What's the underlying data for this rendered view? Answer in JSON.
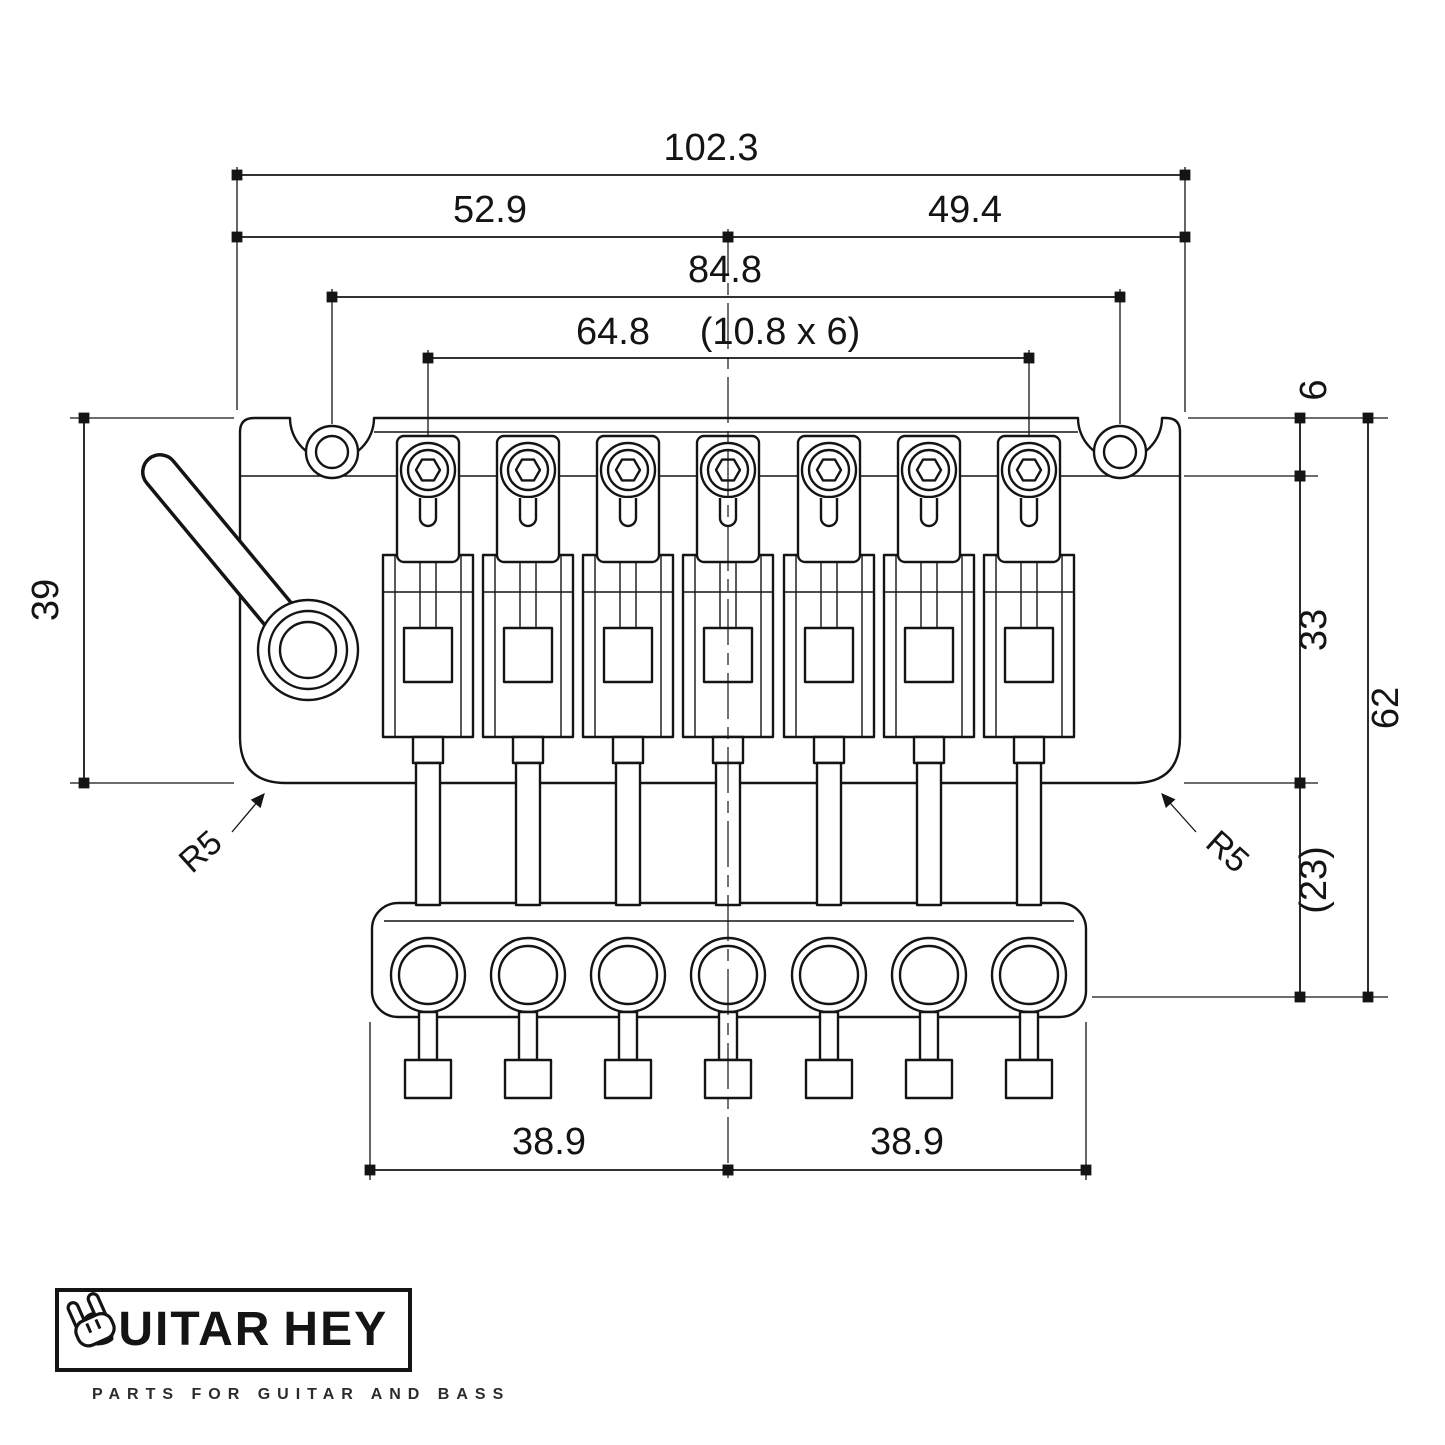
{
  "dims": {
    "total_width": "102.3",
    "left_width": "52.9",
    "right_width": "49.4",
    "stud_spacing": "84.8",
    "string_spread": "64.8",
    "string_pitch": "(10.8 x 6)",
    "edge_to_lock": "6",
    "lock_to_base": "33",
    "overall_height": "62",
    "base_to_tuner": "(23)",
    "plate_height": "39",
    "corner_radius_left": "R5",
    "corner_radius_right": "R5",
    "tuner_span_left": "38.9",
    "tuner_span_right": "38.9"
  },
  "logo": {
    "brand_left": "GUITAR",
    "brand_right": "HEY",
    "tagline": "PARTS FOR GUITAR AND BASS"
  }
}
